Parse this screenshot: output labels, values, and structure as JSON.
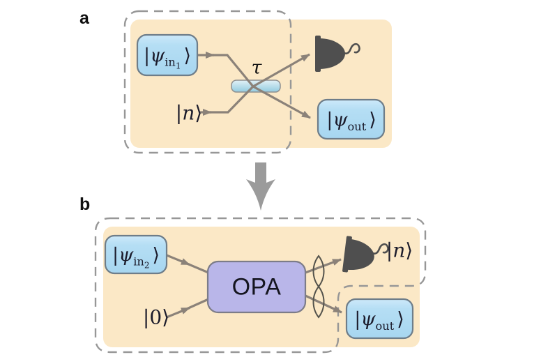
{
  "panel_a": {
    "label": "a",
    "input_top": {
      "pipe": "|",
      "symbol": "ψ",
      "subscript": "in",
      "subsubscript": "1",
      "rangle": "⟩"
    },
    "ancilla_input": {
      "pipe": "|",
      "symbol": "n",
      "rangle": "⟩"
    },
    "beam_splitter_label": "τ",
    "output": {
      "pipe": "|",
      "symbol": "ψ",
      "subscript": "out",
      "rangle": "⟩"
    }
  },
  "panel_b": {
    "label": "b",
    "input_top": {
      "pipe": "|",
      "symbol": "ψ",
      "subscript": "in",
      "subsubscript": "2",
      "rangle": "⟩"
    },
    "vacuum_input": {
      "pipe": "|",
      "symbol": "0",
      "rangle": "⟩"
    },
    "amplifier_label": "OPA",
    "detector_outcome": {
      "pipe": "|",
      "symbol": "n",
      "rangle": "⟩"
    },
    "output": {
      "pipe": "|",
      "symbol": "ψ",
      "subscript": "out",
      "rangle": "⟩"
    }
  },
  "colors": {
    "panel_background": "#fbe8c6",
    "state_box_fill": "#b5def4",
    "state_box_border": "#6e7d89",
    "opa_box_fill": "#b9b6e9",
    "opa_box_border": "#7c7c88",
    "beam_line": "#8b8279",
    "dashed_border": "#979797",
    "detector": "#4f4f4f",
    "transition_arrow": "#9b9b9b"
  }
}
